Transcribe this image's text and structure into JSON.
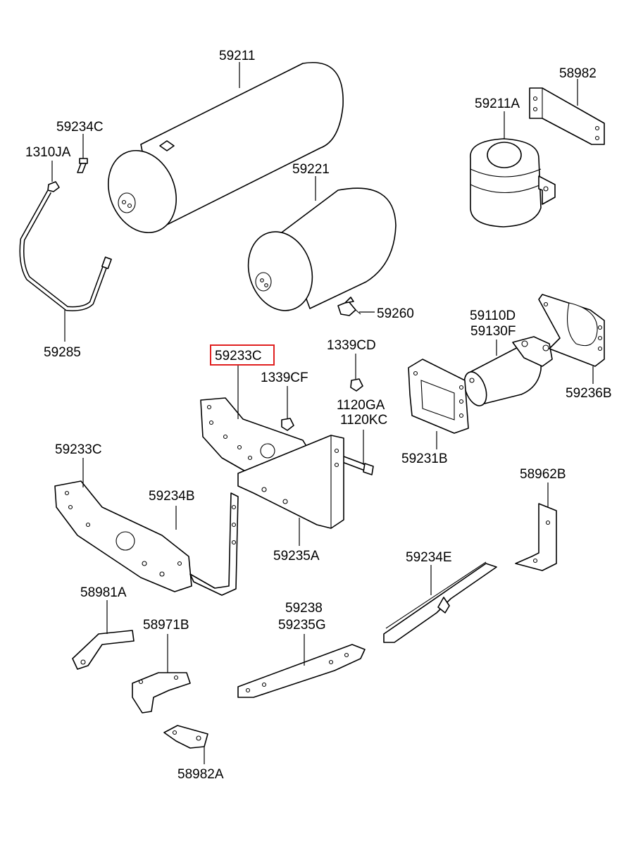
{
  "labels": {
    "p59211": "59211",
    "p58982": "58982",
    "p59211A": "59211A",
    "p59234C": "59234C",
    "p1310JA": "1310JA",
    "p59221": "59221",
    "p59285": "59285",
    "p59260": "59260",
    "p59110D": "59110D",
    "p59130F": "59130F",
    "p59233C_top": "59233C",
    "p1339CD": "1339CD",
    "p1339CF": "1339CF",
    "p1120GA": "1120GA",
    "p1120KC": "1120KC",
    "p59236B": "59236B",
    "p59231B": "59231B",
    "p59233C_left": "59233C",
    "p59234B": "59234B",
    "p58962B": "58962B",
    "p59235A": "59235A",
    "p59234E": "59234E",
    "p58981A": "58981A",
    "p59238": "59238",
    "p59235G": "59235G",
    "p58971B": "58971B",
    "p58982A": "58982A"
  },
  "highlight": {
    "part": "59233C",
    "color": "#e02020"
  }
}
